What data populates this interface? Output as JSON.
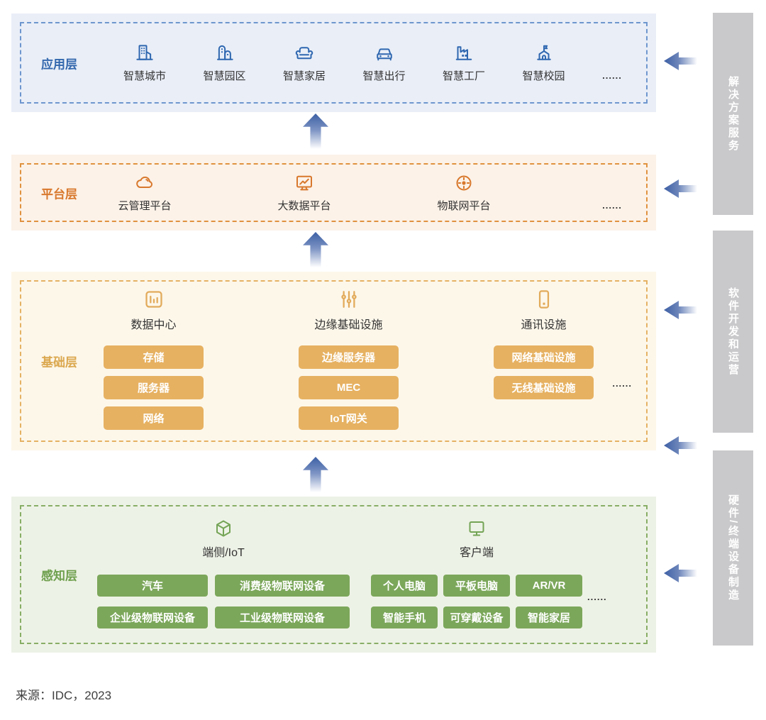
{
  "page": {
    "source_note": "来源：IDC，2023",
    "ellipsis": "......"
  },
  "layers": [
    {
      "id": "application",
      "label": "应用层",
      "colors": {
        "accent": "#3367ad",
        "icon": "#2f67b0",
        "bg": "#e9eef7",
        "border": "#6e96ce"
      },
      "items": [
        {
          "icon": "city-building-icon",
          "label": "智慧城市"
        },
        {
          "icon": "campus-buildings-icon",
          "label": "智慧园区"
        },
        {
          "icon": "home-sofa-icon",
          "label": "智慧家居"
        },
        {
          "icon": "car-icon",
          "label": "智慧出行"
        },
        {
          "icon": "factory-icon",
          "label": "智慧工厂"
        },
        {
          "icon": "school-flag-icon",
          "label": "智慧校园"
        }
      ],
      "ellipsis": true
    },
    {
      "id": "platform",
      "label": "平台层",
      "colors": {
        "accent": "#d8782c",
        "icon": "#d8782c",
        "bg": "#fcf2e8",
        "border": "#e0923f"
      },
      "items": [
        {
          "icon": "cloud-icon",
          "label": "云管理平台"
        },
        {
          "icon": "bigdata-monitor-icon",
          "label": "大数据平台"
        },
        {
          "icon": "iot-hub-icon",
          "label": "物联网平台"
        }
      ],
      "ellipsis": true
    },
    {
      "id": "foundation",
      "label": "基础层",
      "colors": {
        "accent": "#dba84e",
        "icon": "#e2ab5b",
        "bg": "#fdf7ea",
        "border": "#e5b264",
        "chip": "#e6b161"
      },
      "groups": [
        {
          "icon": "datacenter-barchart-icon",
          "title": "数据中心",
          "chips": [
            "存储",
            "服务器",
            "网络"
          ]
        },
        {
          "icon": "sliders-icon",
          "title": "边缘基础设施",
          "chips": [
            "边缘服务器",
            "MEC",
            "IoT网关"
          ]
        },
        {
          "icon": "phone-icon",
          "title": "通讯设施",
          "chips": [
            "网络基础设施",
            "无线基础设施"
          ]
        }
      ],
      "ellipsis": true
    },
    {
      "id": "perception",
      "label": "感知层",
      "colors": {
        "accent": "#6fa04e",
        "icon": "#74a456",
        "bg": "#edf2e6",
        "border": "#88ae66",
        "chip": "#7ba75a"
      },
      "groups": [
        {
          "icon": "cube-icon",
          "title": "端侧/IoT",
          "rows": [
            [
              "汽车",
              "消费级物联网设备"
            ],
            [
              "企业级物联网设备",
              "工业级物联网设备"
            ]
          ]
        },
        {
          "icon": "client-monitor-icon",
          "title": "客户端",
          "rows": [
            [
              "个人电脑",
              "平板电脑",
              "AR/VR"
            ],
            [
              "智能手机",
              "可穿戴设备",
              "智能家居"
            ]
          ]
        }
      ],
      "ellipsis": true
    }
  ],
  "side_bars": [
    {
      "label": "解决方案服务"
    },
    {
      "label": "软件开发和运营"
    },
    {
      "label": "硬件/终端设备制造"
    }
  ]
}
